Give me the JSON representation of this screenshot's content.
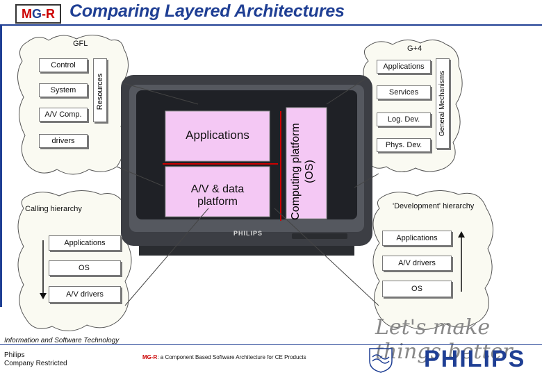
{
  "header": {
    "logo": {
      "m": "M",
      "g": "G",
      "r": "-R"
    },
    "title": "Comparing Layered Architectures"
  },
  "gfl": {
    "label": "GFL",
    "control": "Control",
    "system": "System",
    "avcomp": "A/V Comp.",
    "drivers": "drivers",
    "resources": "Resources"
  },
  "g4": {
    "label": "G+4",
    "applications": "Applications",
    "services": "Services",
    "logdev": "Log. Dev.",
    "physdev": "Phys. Dev.",
    "general": "General Mechanisms"
  },
  "tv": {
    "applications": "Applications",
    "avdata": "A/V & data platform",
    "computing": "Computing platform (OS)",
    "brand": "PHILIPS"
  },
  "calling": {
    "label": "Calling hierarchy",
    "applications": "Applications",
    "os": "OS",
    "avdrivers": "A/V drivers"
  },
  "development": {
    "label": "'Development' hierarchy",
    "applications": "Applications",
    "avdrivers": "A/V drivers",
    "os": "OS"
  },
  "footer": {
    "ist": "Information and Software Technology",
    "philips": "Philips",
    "restricted": "Company Restricted",
    "mgr": "MG-R",
    "desc": ": a Component Based Software Architecture for CE Products",
    "tagline": "Let's make things better.",
    "brand": "PHILIPS"
  },
  "colors": {
    "accent": "#1f3f94",
    "red": "#cc0000",
    "pink": "#f4c8f4",
    "cloud": "#fafaf2"
  }
}
